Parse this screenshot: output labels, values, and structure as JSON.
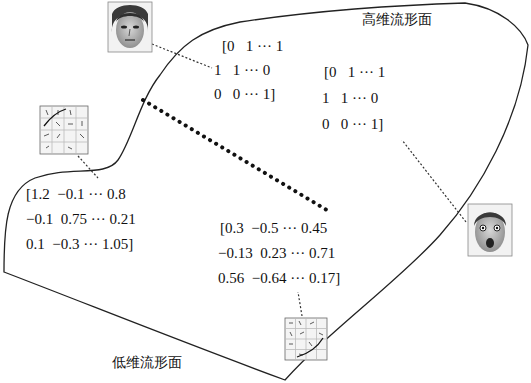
{
  "diagram": {
    "labels": [
      "高维流形面",
      "[0   1 ··· 1",
      "1   1 ··· 0",
      "0   0 ··· 1]",
      "[0   1 ··· 1",
      "1   1 ··· 0",
      "0   0 ··· 1]",
      "[1.2  −0.1 ··· 0.8",
      "−0.1  0.75 ··· 0.21",
      "0.1  −0.3 ··· 1.05]",
      "[0.3  −0.5 ··· 0.45",
      "−0.13  0.23 ··· 0.71",
      "0.56  −0.64 ··· 0.17]",
      "低维流形面"
    ]
  }
}
